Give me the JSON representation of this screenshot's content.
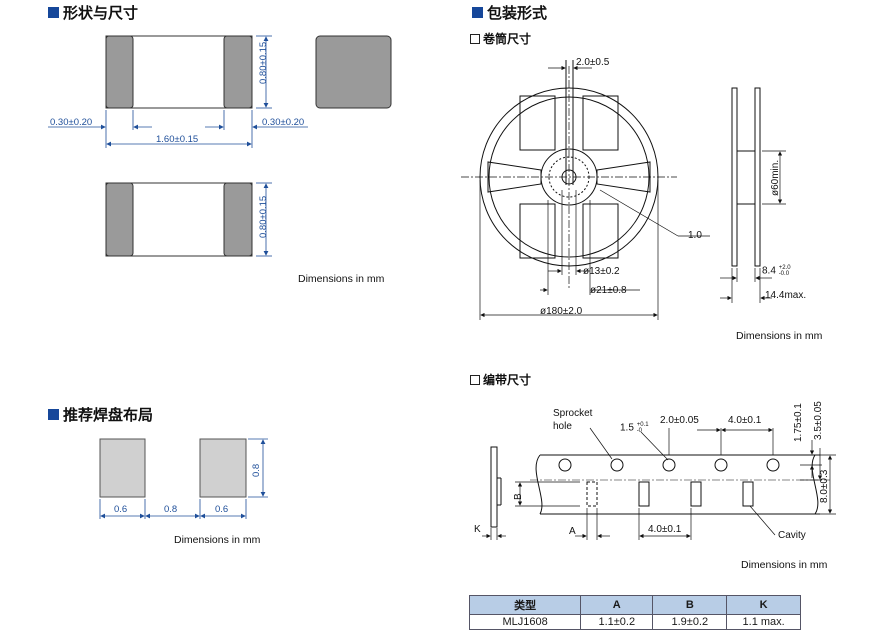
{
  "sections": {
    "shape": "形状与尺寸",
    "packaging": "包装形式",
    "reel": "卷筒尺寸",
    "tape": "编带尺寸",
    "land": "推荐焊盘布局"
  },
  "shape_dims": {
    "height": "0.80±0.15",
    "left_term": "0.30±0.20",
    "right_term": "0.30±0.20",
    "length": "1.60±0.15",
    "height2": "0.80±0.15"
  },
  "reel_dims": {
    "gap": "2.0±0.5",
    "d13": "ø13±0.2",
    "d21": "ø21±0.8",
    "d180": "ø180±2.0",
    "hub_thick": "1.0",
    "d60": "ø60min.",
    "w84": "8.4",
    "w84_tol_up": "+2.0",
    "w84_tol_dn": "-0.0",
    "w144": "14.4max."
  },
  "tape_dims": {
    "sprocket": "Sprocket",
    "hole": "hole",
    "p15": "1.5",
    "p15_tol_up": "+0.1",
    "p15_tol_dn": "-0",
    "p20": "2.0±0.05",
    "p40top": "4.0±0.1",
    "p40bot": "4.0±0.1",
    "v175": "1.75±0.1",
    "v35": "3.5±0.05",
    "v80": "8.0±0.3",
    "B": "B",
    "A": "A",
    "K": "K",
    "cavity": "Cavity"
  },
  "land_dims": {
    "w1": "0.6",
    "gap": "0.8",
    "w2": "0.6",
    "h": "0.8"
  },
  "units": {
    "shape": "Dimensions in mm",
    "reel": "Dimensions in mm",
    "tape": "Dimensions in mm",
    "land": "Dimensions in mm"
  },
  "table": {
    "headers": [
      "类型",
      "A",
      "B",
      "K"
    ],
    "rows": [
      [
        "MLJ1608",
        "1.1±0.2",
        "1.9±0.2",
        "1.1 max."
      ]
    ]
  },
  "colors": {
    "accent": "#16479a",
    "dimension_blue": "#1f4f9a",
    "terminal_gray": "#9a9a9a",
    "table_header": "#b8cde6"
  }
}
